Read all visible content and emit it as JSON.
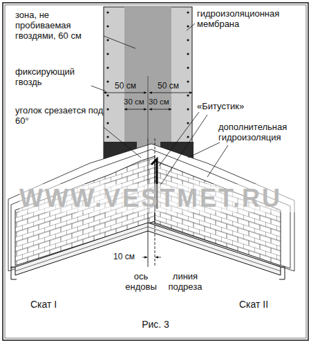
{
  "diagram": {
    "caption": "Рис. 3",
    "labels": [
      "зона, не пробиваемая гвоздями, 60 см",
      "гидроизоляционная мембрана",
      "фиксирующий гвоздь",
      "50 см",
      "50 см",
      "30 см",
      "30 см",
      "«Битустик»",
      "уголок срезается под 60°",
      "дополнительная гидроизоляция",
      "WWW.VESTMET.RU",
      "10 см",
      "ось ендовы",
      "линия подреза",
      "Скат I",
      "Скат II"
    ]
  }
}
